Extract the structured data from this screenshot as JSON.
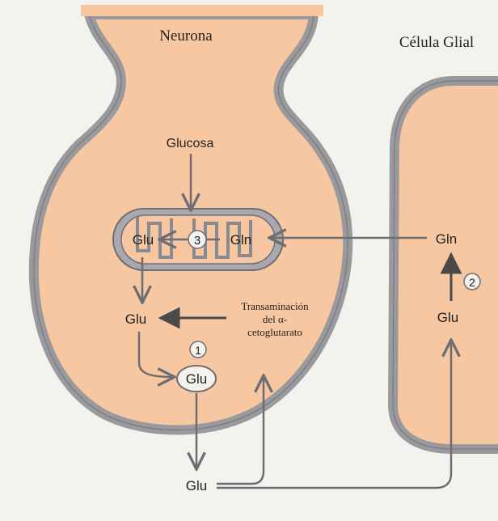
{
  "labels": {
    "neuron": "Neurona",
    "glia": "Célula Glial"
  },
  "molecules": {
    "glucose": "Glucosa",
    "mito_glu": "Glu",
    "mito_gln": "Gln",
    "cyto_glu": "Glu",
    "vesicle_glu": "Glu",
    "synapse_glu": "Glu",
    "glia_gln": "Gln",
    "glia_glu": "Glu"
  },
  "steps": {
    "one": "1",
    "two": "2",
    "three": "3"
  },
  "transamination": {
    "line1": "Transaminación",
    "line2": "del α-",
    "line3": "cetoglutarato"
  },
  "colors": {
    "cytoplasm": "#f6c7a0",
    "membrane": "#9a9a9e",
    "membrane_dark": "#7a7a7e",
    "background": "#f4f2ee",
    "arrow_outline": "#6e6e72",
    "arrow_dark": "#4a4a4a",
    "text": "#222222"
  }
}
